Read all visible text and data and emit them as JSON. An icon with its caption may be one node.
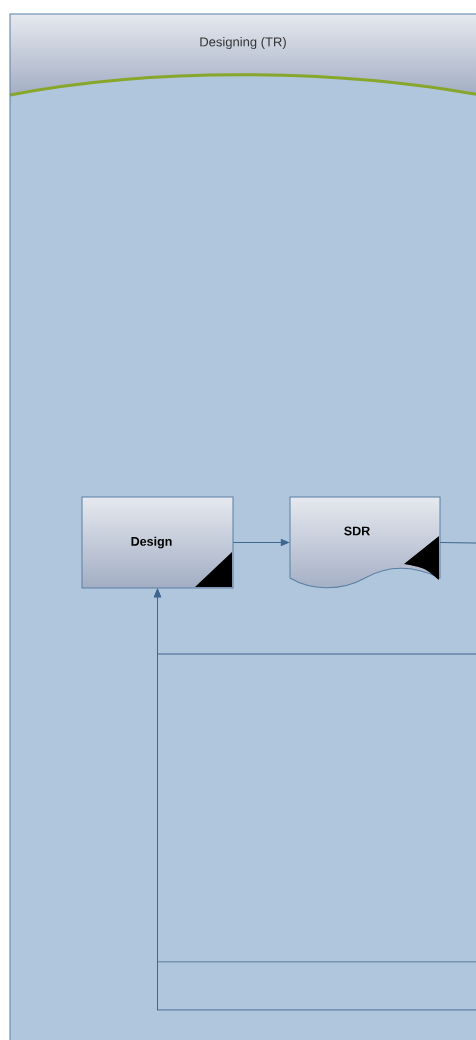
{
  "diagram": {
    "nodes": [
      {
        "text": [
          "Designing (TR)"
        ]
      },
      {
        "text": [
          "Design"
        ],
        "in": 0
      },
      {
        "text": [
          "SDR"
        ],
        "in": 0
      }
    ],
    "edges": [
      {
        "from": 1,
        "to": 2,
        "arrow": "to"
      },
      {
        "from": 2,
        "to": null,
        "arrow": "none"
      },
      {
        "from": null,
        "to": 1,
        "arrow": "to"
      },
      {
        "from": null,
        "to": 1,
        "arrow": "to"
      },
      {
        "from": null,
        "to": 1,
        "arrow": "to"
      }
    ]
  }
}
